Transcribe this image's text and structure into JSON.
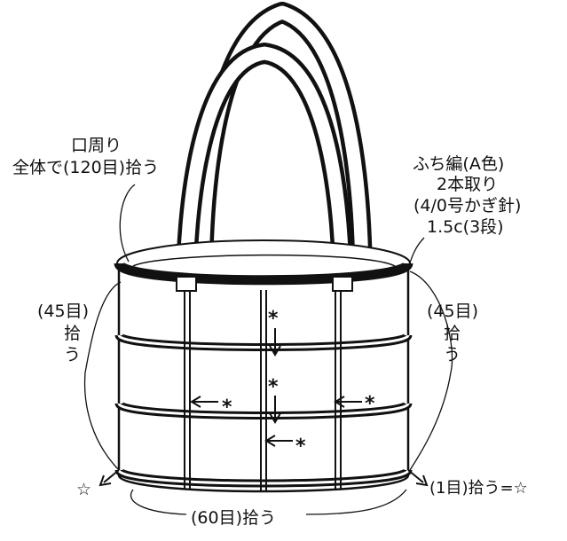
{
  "labels": {
    "rim_line1": "口周り",
    "rim_line2": "全体で(120目)拾う",
    "edge_line1": "ふち編(A色)",
    "edge_line2": "2本取り",
    "edge_line3": "(4/0号かぎ針)",
    "edge_line4": "1.5c(3段)",
    "left_count": "(45目)",
    "left_pick1": "拾",
    "left_pick2": "う",
    "right_count": "(45目)",
    "right_pick1": "拾",
    "right_pick2": "う",
    "bottom_pick": "(60目)拾う",
    "right_start": "(1目)拾う=☆",
    "left_star": "☆"
  },
  "markers": {
    "asterisk": "*"
  },
  "colors": {
    "ink": "#111111",
    "paper": "#ffffff"
  }
}
